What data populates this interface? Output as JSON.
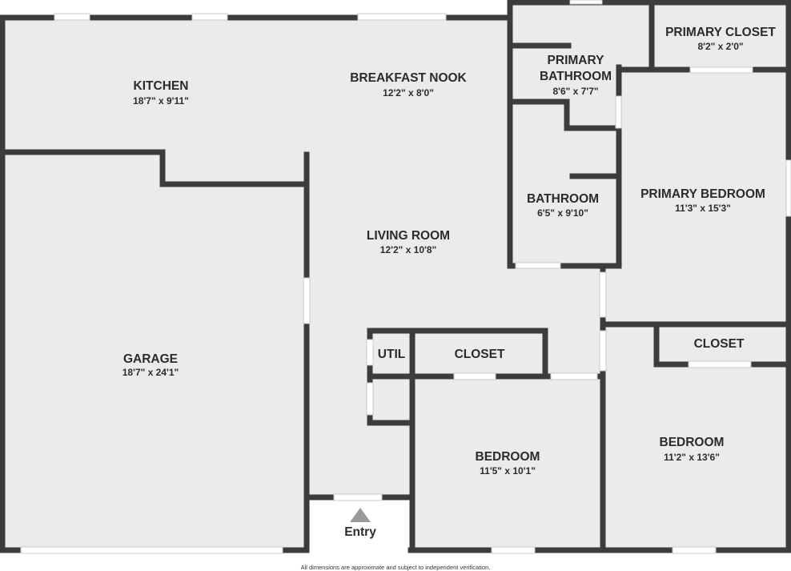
{
  "rooms": {
    "kitchen": {
      "name": "KITCHEN",
      "dim": "18'7\" x 9'11\""
    },
    "breakfast_nook": {
      "name": "BREAKFAST NOOK",
      "dim": "12'2\" x 8'0\""
    },
    "primary_bathroom": {
      "name_line1": "PRIMARY",
      "name_line2": "BATHROOM",
      "dim": "8'6\" x 7'7\""
    },
    "primary_closet": {
      "name": "PRIMARY CLOSET",
      "dim": "8'2\" x 2'0\""
    },
    "bathroom": {
      "name": "BATHROOM",
      "dim": "6'5\" x 9'10\""
    },
    "primary_bedroom": {
      "name": "PRIMARY BEDROOM",
      "dim": "11'3\" x 15'3\""
    },
    "living_room": {
      "name": "LIVING ROOM",
      "dim": "12'2\" x 10'8\""
    },
    "garage": {
      "name": "GARAGE",
      "dim": "18'7\" x 24'1\""
    },
    "util": {
      "name": "UTIL"
    },
    "closet_hall": {
      "name": "CLOSET"
    },
    "closet_bedroom2": {
      "name": "CLOSET"
    },
    "bedroom_1": {
      "name": "BEDROOM",
      "dim": "11'5\" x 10'1\""
    },
    "bedroom_2": {
      "name": "BEDROOM",
      "dim": "11'2\" x 13'6\""
    }
  },
  "entry": {
    "label": "Entry"
  },
  "footer": {
    "disclaimer": "All dimensions are approximate and subject to independent verification."
  },
  "colors": {
    "floor": "#ebebeb",
    "wall": "#3c3c3c",
    "opening": "#ffffff",
    "background": "#ffffff"
  }
}
